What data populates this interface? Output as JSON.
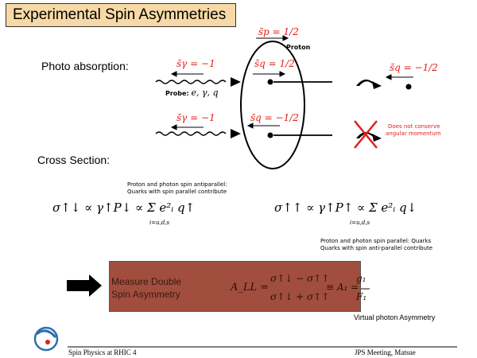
{
  "title": "Experimental Spin Asymmetries",
  "sections": {
    "photo_absorption": "Photo absorption:",
    "cross_section": "Cross Section:"
  },
  "labels": {
    "proton": "Proton",
    "probe": "Probe:",
    "probe_symbols": "e, γ, q",
    "not_conserve_line1": "Does not conserve",
    "not_conserve_line2": "angular momentum",
    "virtual_photon": "Virtual photon Asymmetry"
  },
  "spins": {
    "s_p": "s̄p = 1/2",
    "s_gamma_top": "s̄γ = −1",
    "s_q_top": "s̄q = 1/2",
    "s_q_right": "s̄q = −1/2",
    "s_gamma_bottom": "s̄γ = −1",
    "s_q_bottom": "s̄q = −1/2"
  },
  "notes": {
    "anti_line1": "Proton and photon spin antiparallel:",
    "anti_line2": "Quarks with spin parallel contribute",
    "par_line1": "Proton and photon spin parallel: Quarks",
    "par_line2": "Quarks with spin anti-parallel contribute"
  },
  "formulas": {
    "anti": "σ↑↓ ∝  γ↑P↓  ∝  Σ e²ᵢ q↑",
    "anti_sub": "i=u,d,s",
    "par": "σ↑↑ ∝  γ↑P↑  ∝  Σ e²ᵢ q↓",
    "par_sub": "i=u,d,s"
  },
  "measure": {
    "line1": "Measure Double",
    "line2": "Spin Asymmetry",
    "all": "A_LL =",
    "numerator": "σ↑↓ − σ↑↑",
    "denominator": "σ↑↓ + σ↑↑",
    "a1": "≡ A₁ =",
    "g1": "g₁",
    "f1": "F₁"
  },
  "footer": {
    "left": "Spin Physics at RHIC   4",
    "right": "JPS Meeting, Matsue"
  },
  "colors": {
    "title_bg": "#f6d9a6",
    "spin_red": "#e0201a",
    "box_bg": "#a14e3e"
  }
}
